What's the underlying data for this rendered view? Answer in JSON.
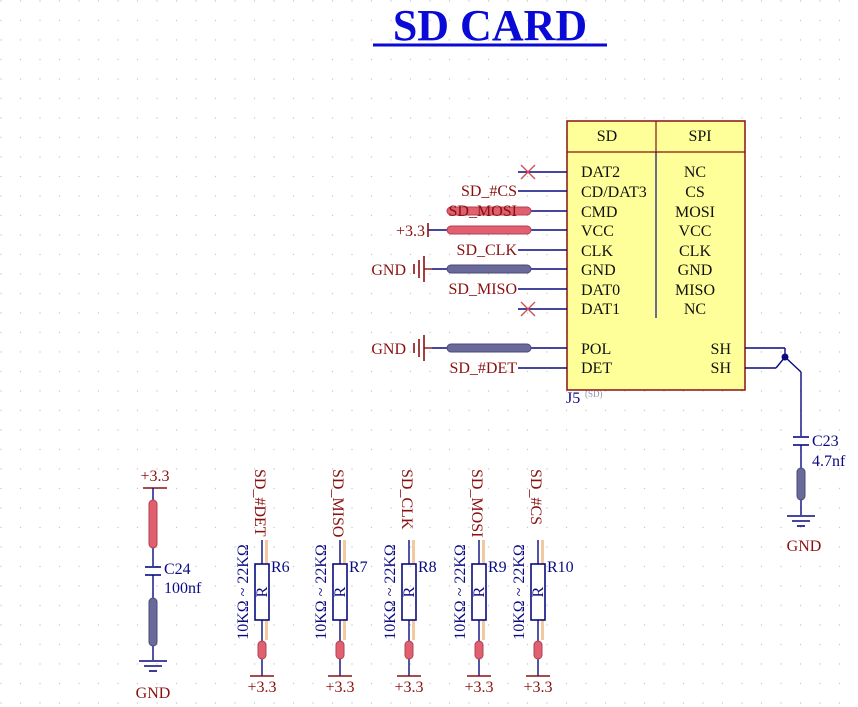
{
  "title": "SD CARD",
  "colors": {
    "wire": "#0a0a80",
    "body_fill": "#ffff99",
    "body_stroke": "#8a1010",
    "net_label": "#8a1010",
    "power_pin": "#e06070",
    "gnd_pin": "#6a6a9a",
    "no_connect": "#d05050"
  },
  "connector": {
    "designator": "J5",
    "comment": "(SD)",
    "col_sd_header": "SD",
    "col_spi_header": "SPI",
    "pins": [
      {
        "sd": "DAT2",
        "spi": "NC",
        "net": "",
        "no_connect": true
      },
      {
        "sd": "CD/DAT3",
        "spi": "CS",
        "net": "SD_#CS"
      },
      {
        "sd": "CMD",
        "spi": "MOSI",
        "net": "SD_MOSI"
      },
      {
        "sd": "VCC",
        "spi": "VCC",
        "net": "+3.3"
      },
      {
        "sd": "CLK",
        "spi": "CLK",
        "net": "SD_CLK"
      },
      {
        "sd": "GND",
        "spi": "GND",
        "net": "GND"
      },
      {
        "sd": "DAT0",
        "spi": "MISO",
        "net": "SD_MISO"
      },
      {
        "sd": "DAT1",
        "spi": "NC",
        "net": "",
        "no_connect": true
      }
    ],
    "extra_pins": [
      {
        "left": "POL",
        "right": "SH",
        "net": "GND"
      },
      {
        "left": "DET",
        "right": "SH",
        "net": "SD_#DET"
      }
    ]
  },
  "c23": {
    "designator": "C23",
    "value": "4.7nf",
    "net_bottom": "GND"
  },
  "c24": {
    "designator": "C24",
    "value": "100nf",
    "net_top": "+3.3",
    "net_bottom": "GND"
  },
  "resistors": [
    {
      "designator": "R6",
      "value": "10KΩ ~ 22KΩ",
      "net_top": "SD_#DET",
      "net_bottom": "+3.3",
      "symbol": "R"
    },
    {
      "designator": "R7",
      "value": "10KΩ ~ 22KΩ",
      "net_top": "SD_MISO",
      "net_bottom": "+3.3",
      "symbol": "R"
    },
    {
      "designator": "R8",
      "value": "10KΩ ~ 22KΩ",
      "net_top": "SD_CLK",
      "net_bottom": "+3.3",
      "symbol": "R"
    },
    {
      "designator": "R9",
      "value": "10KΩ ~ 22KΩ",
      "net_top": "SD_MOSI",
      "net_bottom": "+3.3",
      "symbol": "R"
    },
    {
      "designator": "R10",
      "value": "10KΩ ~ 22KΩ",
      "net_top": "SD_#CS",
      "net_bottom": "+3.3",
      "symbol": "R"
    }
  ]
}
